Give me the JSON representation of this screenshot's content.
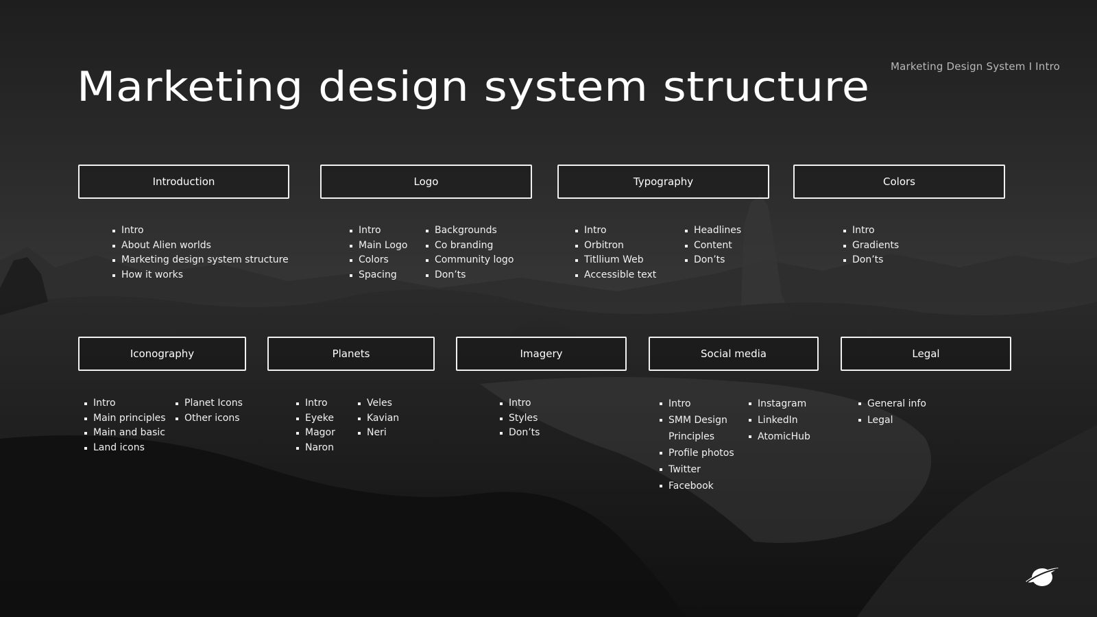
{
  "header": {
    "title": "Marketing design system structure",
    "breadcrumb": "Marketing Design System I Intro"
  },
  "sections_top": [
    {
      "label": "Introduction",
      "col1": [
        "Intro",
        "About Alien worlds",
        "Marketing design system structure",
        "How it works"
      ],
      "col2": []
    },
    {
      "label": "Logo",
      "col1": [
        "Intro",
        "Main Logo",
        "Colors",
        "Spacing"
      ],
      "col2": [
        "Backgrounds",
        "Co branding",
        "Community logo",
        "Don’ts"
      ]
    },
    {
      "label": "Typography",
      "col1": [
        "Intro",
        "Orbitron",
        "Titllium Web",
        "Accessible text"
      ],
      "col2": [
        "Headlines",
        "Content",
        "Don’ts"
      ]
    },
    {
      "label": "Colors",
      "col1": [
        "Intro",
        "Gradients",
        "Don’ts"
      ],
      "col2": []
    }
  ],
  "sections_bottom": [
    {
      "label": "Iconography",
      "col1": [
        "Intro",
        "Main principles",
        "Main and basic",
        "Land icons"
      ],
      "col2": [
        "Planet Icons",
        "Other icons"
      ]
    },
    {
      "label": "Planets",
      "col1": [
        "Intro",
        "Eyeke",
        "Magor",
        "Naron"
      ],
      "col2": [
        "Veles",
        "Kavian",
        "Neri"
      ]
    },
    {
      "label": "Imagery",
      "col1": [
        "Intro",
        "Styles",
        "Don’ts"
      ],
      "col2": []
    },
    {
      "label": "Social media",
      "col1": [
        "Intro",
        "SMM Design",
        "Principles",
        "Profile photos",
        "Twitter",
        "Facebook"
      ],
      "col2": [
        "Instagram",
        "LinkedIn",
        "AtomicHub"
      ]
    },
    {
      "label": "Legal",
      "col1": [
        "General info",
        "Legal"
      ],
      "col2": []
    }
  ],
  "colors": {
    "background": "#141414",
    "text": "#ffffff",
    "muted_text": "#b8b8b8",
    "box_border": "#f2f2f2"
  },
  "icons": {
    "logo": "planet-logo-icon"
  }
}
